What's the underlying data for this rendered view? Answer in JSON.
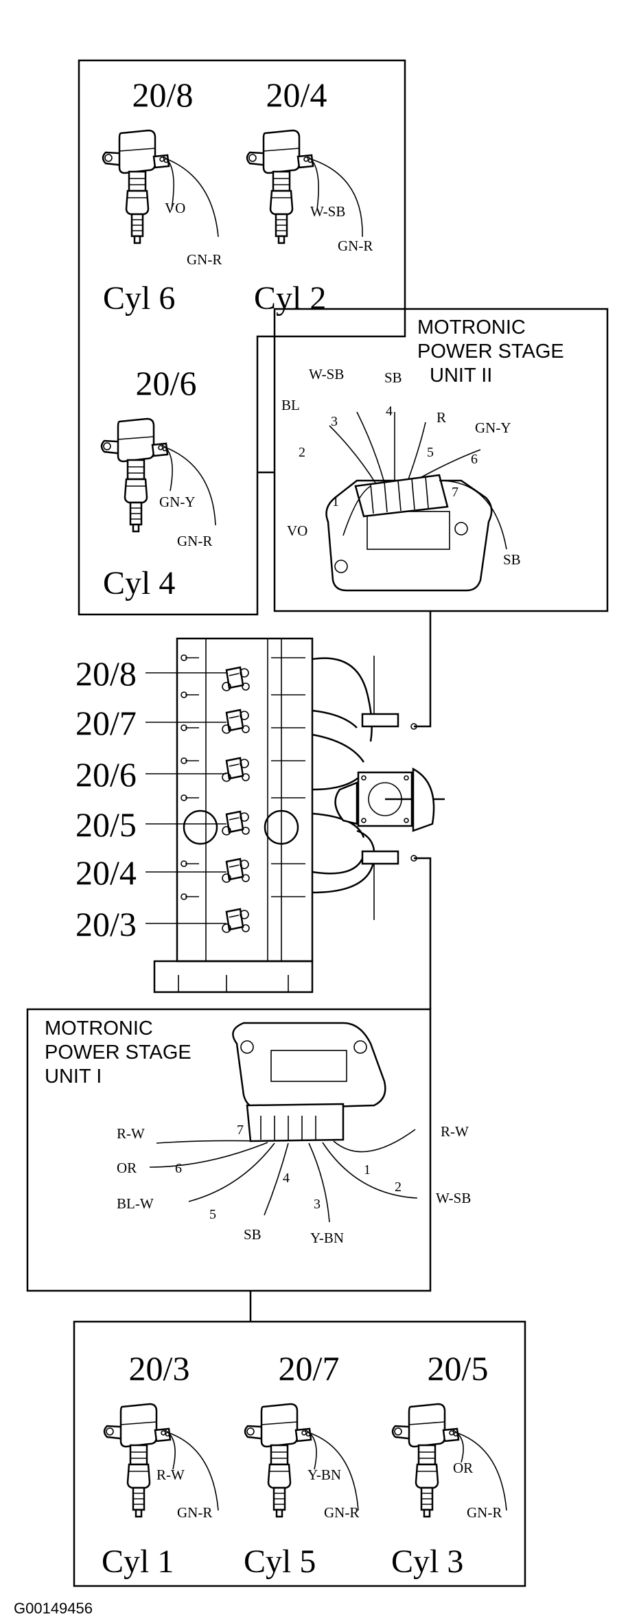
{
  "top_box": {
    "coils": [
      {
        "code": "20/8",
        "wire_a": "VO",
        "wire_b": "GN-R",
        "cyl": "Cyl 6"
      },
      {
        "code": "20/4",
        "wire_a": "W-SB",
        "wire_b": "GN-R",
        "cyl": "Cyl 2"
      },
      {
        "code": "20/6",
        "wire_a": "GN-Y",
        "wire_b": "GN-R",
        "cyl": "Cyl 4"
      }
    ]
  },
  "unit2": {
    "title_lines": [
      "MOTRONIC",
      "POWER STAGE",
      "UNIT II"
    ],
    "pins": [
      {
        "pin": "1",
        "wire": "VO"
      },
      {
        "pin": "2",
        "wire": "BL"
      },
      {
        "pin": "3",
        "wire": "W-SB"
      },
      {
        "pin": "4",
        "wire": "SB"
      },
      {
        "pin": "5",
        "wire": "R"
      },
      {
        "pin": "6",
        "wire": "GN-Y"
      },
      {
        "pin": "7",
        "wire": "SB"
      }
    ]
  },
  "engine": {
    "coil_labels": [
      "20/8",
      "20/7",
      "20/6",
      "20/5",
      "20/4",
      "20/3"
    ]
  },
  "unit1": {
    "title_lines": [
      "MOTRONIC",
      "POWER STAGE",
      "UNIT I"
    ],
    "pins": [
      {
        "pin": "1",
        "wire": "R-W"
      },
      {
        "pin": "2",
        "wire": "W-SB"
      },
      {
        "pin": "3",
        "wire": "Y-BN"
      },
      {
        "pin": "4",
        "wire": "SB"
      },
      {
        "pin": "5",
        "wire": "BL-W"
      },
      {
        "pin": "6",
        "wire": "OR"
      },
      {
        "pin": "7",
        "wire": "R-W"
      }
    ]
  },
  "bottom_box": {
    "coils": [
      {
        "code": "20/3",
        "wire_a": "R-W",
        "wire_b": "GN-R",
        "cyl": "Cyl 1"
      },
      {
        "code": "20/7",
        "wire_a": "Y-BN",
        "wire_b": "GN-R",
        "cyl": "Cyl 5"
      },
      {
        "code": "20/5",
        "wire_a": "OR",
        "wire_b": "GN-R",
        "cyl": "Cyl 3"
      }
    ]
  },
  "figure_id": "G00149456"
}
